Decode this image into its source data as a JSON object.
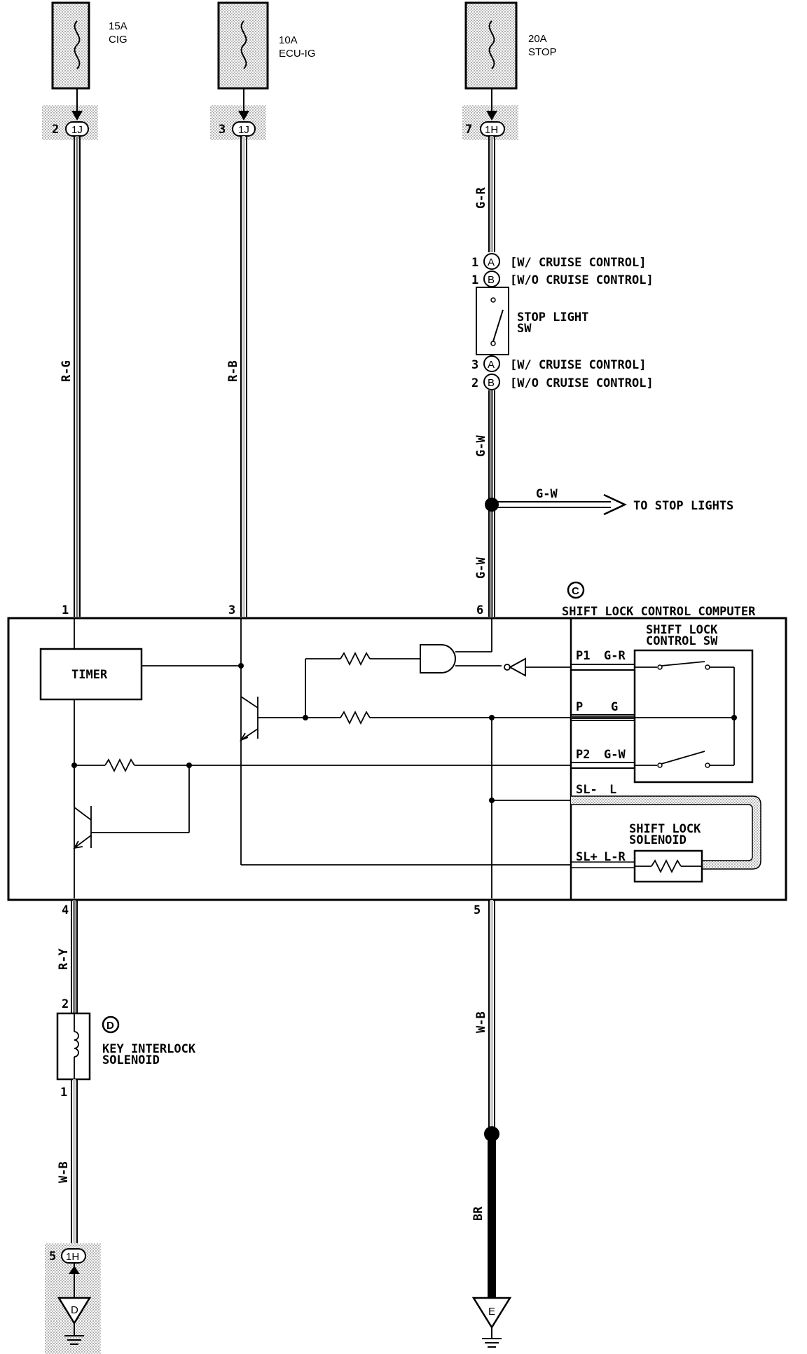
{
  "fuses": [
    {
      "amps": "15A",
      "name": "CIG",
      "pin": "2",
      "connector": "1J"
    },
    {
      "amps": "10A",
      "name": "ECU-IG",
      "pin": "3",
      "connector": "1J"
    },
    {
      "amps": "20A",
      "name": "STOP",
      "pin": "7",
      "connector": "1H"
    }
  ],
  "wires": {
    "cig": "R-G",
    "ecu_ig": "R-B",
    "stop_top": "G-R",
    "stop_mid": "G-W",
    "stop_branch": "G-W",
    "stop_low": "G-W",
    "out4": "R-Y",
    "solenoid_ground": "W-B",
    "out5": "W-B",
    "ground_e": "BR"
  },
  "stop_light_switch": {
    "label_line1": "STOP LIGHT",
    "label_line2": "SW",
    "pin1_a": "1",
    "conn_a": "A",
    "note_a1": "[W/ CRUISE CONTROL]",
    "pin1_b": "1",
    "conn_b": "B",
    "note_b1": "[W/O CRUISE CONTROL]",
    "pin2_a": "3",
    "note_a2": "[W/ CRUISE CONTROL]",
    "pin2_b": "2",
    "note_b2": "[W/O CRUISE CONTROL]"
  },
  "to_stop_lights": "TO STOP LIGHTS",
  "computer": {
    "badge": "C",
    "title": "SHIFT LOCK CONTROL COMPUTER",
    "pin1": "1",
    "pin3": "3",
    "pin6": "6",
    "pin4": "4",
    "pin5": "5",
    "timer": "TIMER",
    "sw_label_line1": "SHIFT LOCK",
    "sw_label_line2": "CONTROL SW",
    "sol_label_line1": "SHIFT LOCK",
    "sol_label_line2": "SOLENOID",
    "terminals": {
      "p1": "P1",
      "p1_color": "G-R",
      "p": "P",
      "p_color": "G",
      "p2": "P2",
      "p2_color": "G-W",
      "slm": "SL-",
      "slm_color": "L",
      "slp": "SL+",
      "slp_color": "L-R"
    }
  },
  "key_interlock": {
    "badge": "D",
    "label_line1": "KEY INTERLOCK",
    "label_line2": "SOLENOID",
    "pin_top": "2",
    "pin_bottom": "1"
  },
  "ground_connector": {
    "pin": "5",
    "connector": "1H"
  },
  "grounds": {
    "left": "D",
    "right": "E"
  }
}
